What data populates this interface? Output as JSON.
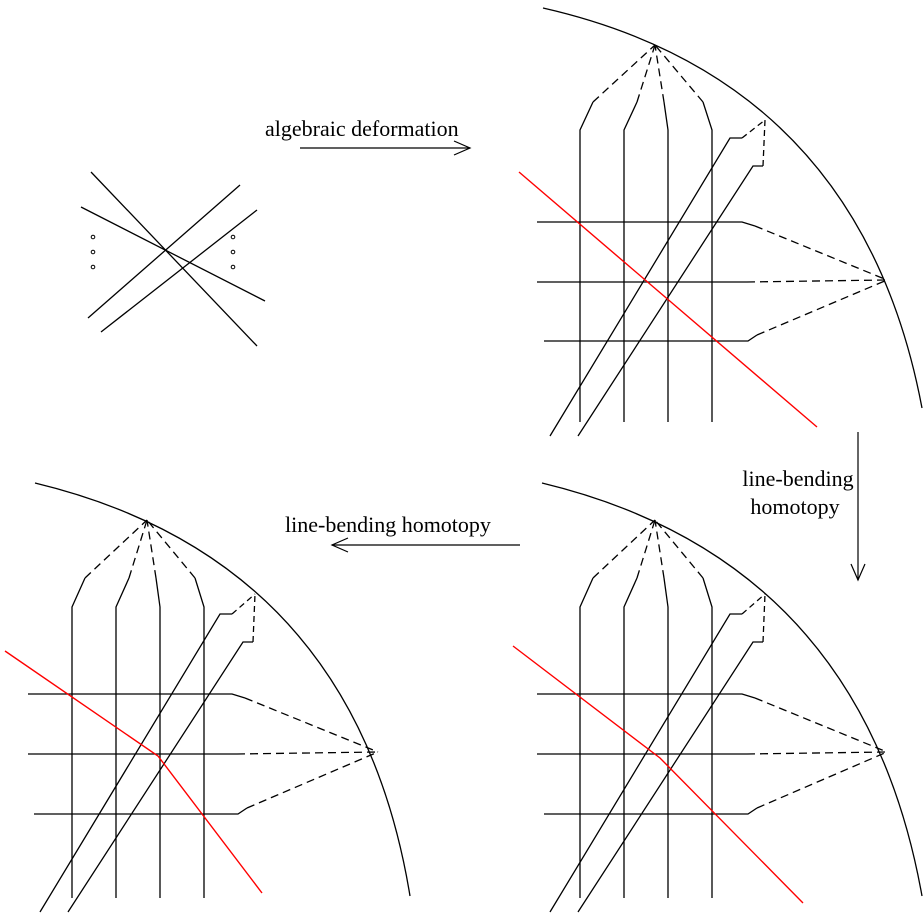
{
  "labels": {
    "algebraic_deformation": "algebraic deformation",
    "line_bending_right_1": "line-bending",
    "line_bending_right_2": "homotopy",
    "line_bending_bottom": "line-bending homotopy"
  },
  "colors": {
    "stroke": "#000000",
    "highlight": "#ff0000",
    "background": "#ffffff"
  }
}
